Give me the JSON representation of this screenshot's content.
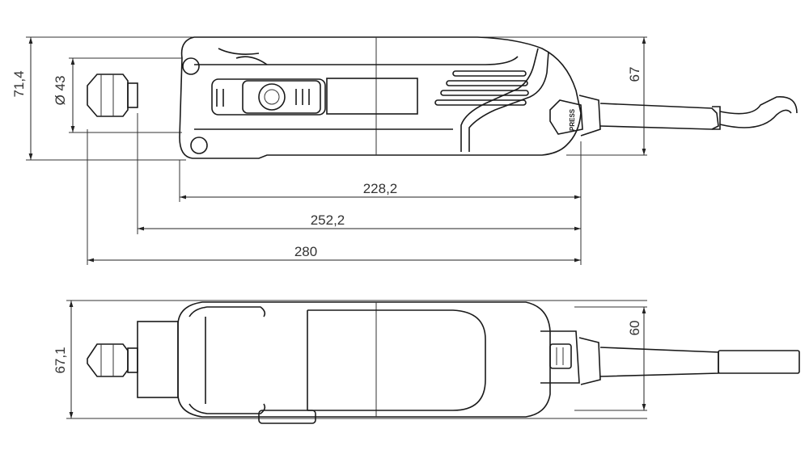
{
  "top_view": {
    "dimensions": {
      "overall_height": "71,4",
      "collet_diameter": "Ø 43",
      "body_height": "67",
      "length_body": "228,2",
      "length_with_nose": "252,2",
      "length_total": "280"
    },
    "button_label": "PRESS"
  },
  "bottom_view": {
    "dimensions": {
      "overall_width": "67,1",
      "body_width": "60"
    }
  }
}
